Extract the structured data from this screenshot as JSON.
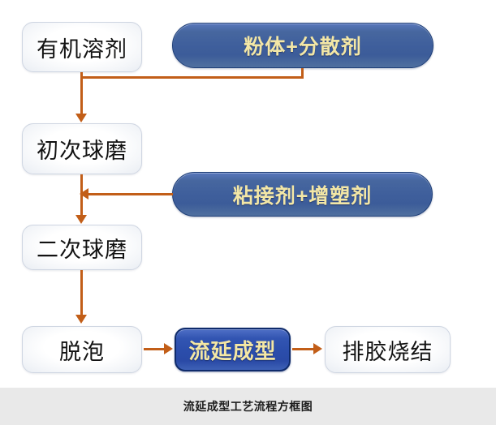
{
  "figure": {
    "caption": "流延成型工艺流程方框图",
    "caption_bg": "#e9e9e9",
    "background": "#ffffff"
  },
  "palette": {
    "arrow": "#c25e18",
    "blue_pill_fill": "#3f5f9c",
    "blue_pill_border": "#1f3f78",
    "blue_box_fill": "#2b4dab",
    "blue_box_border": "#0f2b6b",
    "blue_text": "#f3e7a6",
    "light_fill": "#ffffff",
    "light_border": "#cfd6e2",
    "light_text": "#121212"
  },
  "nodes": {
    "organic_solvent": {
      "label": "有机溶剂",
      "type": "light"
    },
    "powder_dispersant": {
      "label": "粉体+分散剂",
      "type": "blue-pill"
    },
    "first_ball_mill": {
      "label": "初次球磨",
      "type": "light"
    },
    "binder_plasticizer": {
      "label": "粘接剂+增塑剂",
      "type": "blue-pill"
    },
    "second_ball_mill": {
      "label": "二次球磨",
      "type": "light"
    },
    "defoaming": {
      "label": "脱泡",
      "type": "light"
    },
    "tape_casting": {
      "label": "流延成型",
      "type": "blue-box"
    },
    "debinding_sintering": {
      "label": "排胶烧结",
      "type": "light"
    }
  },
  "connectors": [
    {
      "from": "organic_solvent",
      "to": "first_ball_mill",
      "direction": "down"
    },
    {
      "from": "powder_dispersant",
      "to": "first_ball_mill",
      "direction": "down"
    },
    {
      "from": "first_ball_mill",
      "to": "second_ball_mill",
      "direction": "down"
    },
    {
      "from": "binder_plasticizer",
      "to": "second_ball_mill",
      "direction": "left"
    },
    {
      "from": "second_ball_mill",
      "to": "defoaming",
      "direction": "down"
    },
    {
      "from": "defoaming",
      "to": "tape_casting",
      "direction": "right"
    },
    {
      "from": "tape_casting",
      "to": "debinding_sintering",
      "direction": "right"
    }
  ]
}
